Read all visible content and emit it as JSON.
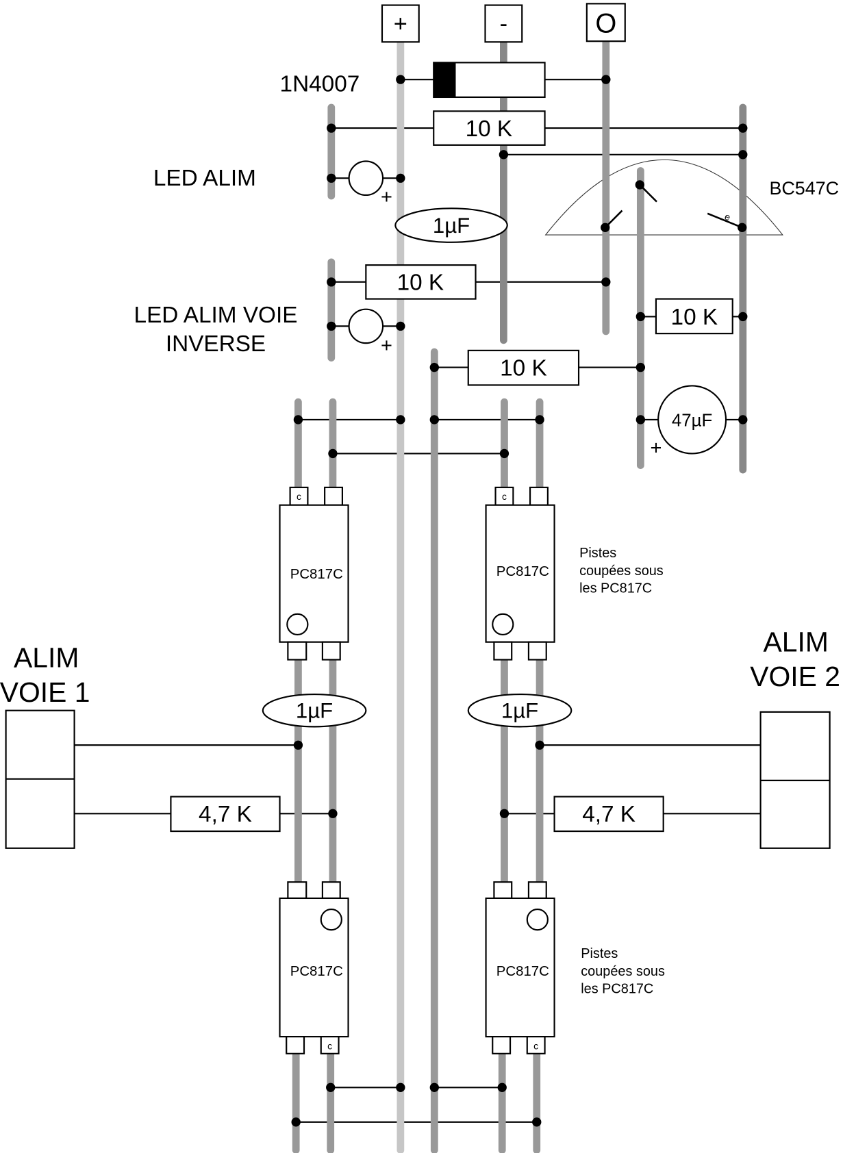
{
  "terminals": {
    "plus": "+",
    "minus": "-",
    "output": "O"
  },
  "diode": {
    "label": "1N4007"
  },
  "leds": {
    "power": {
      "label": "LED ALIM",
      "color": "#00ff00",
      "polarity": "+"
    },
    "reverse": {
      "label_line1": "LED ALIM VOIE",
      "label_line2": "INVERSE",
      "color": "#ff0000",
      "polarity": "+"
    }
  },
  "resistors": {
    "r_top": "10 K",
    "r_led": "10 K",
    "r_bias": "10 K",
    "r_base": "10 K",
    "r_track1": "4,7 K",
    "r_track2": "4,7 K"
  },
  "capacitors": {
    "c_top": "1µF",
    "c_track1": "1µF",
    "c_track2": "1µF",
    "c_electrolytic": "47µF",
    "c_electrolytic_polarity": "+"
  },
  "transistor": {
    "label": "BC547C",
    "emitter_mark": "e"
  },
  "optocouplers": [
    {
      "label": "PC817C",
      "pin_mark": "c"
    },
    {
      "label": "PC817C",
      "pin_mark": "c"
    },
    {
      "label": "PC817C",
      "pin_mark": "c"
    },
    {
      "label": "PC817C",
      "pin_mark": "c"
    }
  ],
  "notes": {
    "top": [
      "Pistes",
      "coupées sous",
      "les PC817C"
    ],
    "bottom": [
      "Pistes",
      "coupées sous",
      "les PC817C"
    ]
  },
  "track_supplies": {
    "left": [
      "ALIM",
      "VOIE 1"
    ],
    "right": [
      "ALIM",
      "VOIE 2"
    ]
  }
}
